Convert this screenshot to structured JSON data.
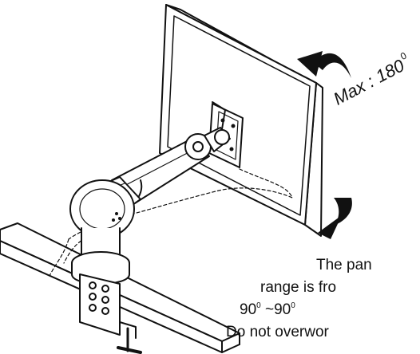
{
  "rotation_label": {
    "text": "Max : 180",
    "unit": "0"
  },
  "notes": {
    "line1": "The pan",
    "line2": "range is fro",
    "line3_a": "90",
    "line3_unit": "0",
    "line3_sep": "~90",
    "line3_unit2": "0",
    "line4": "Do not overwor"
  },
  "colors": {
    "line": "#111111",
    "fill": "#ffffff",
    "arrow": "#111111"
  }
}
